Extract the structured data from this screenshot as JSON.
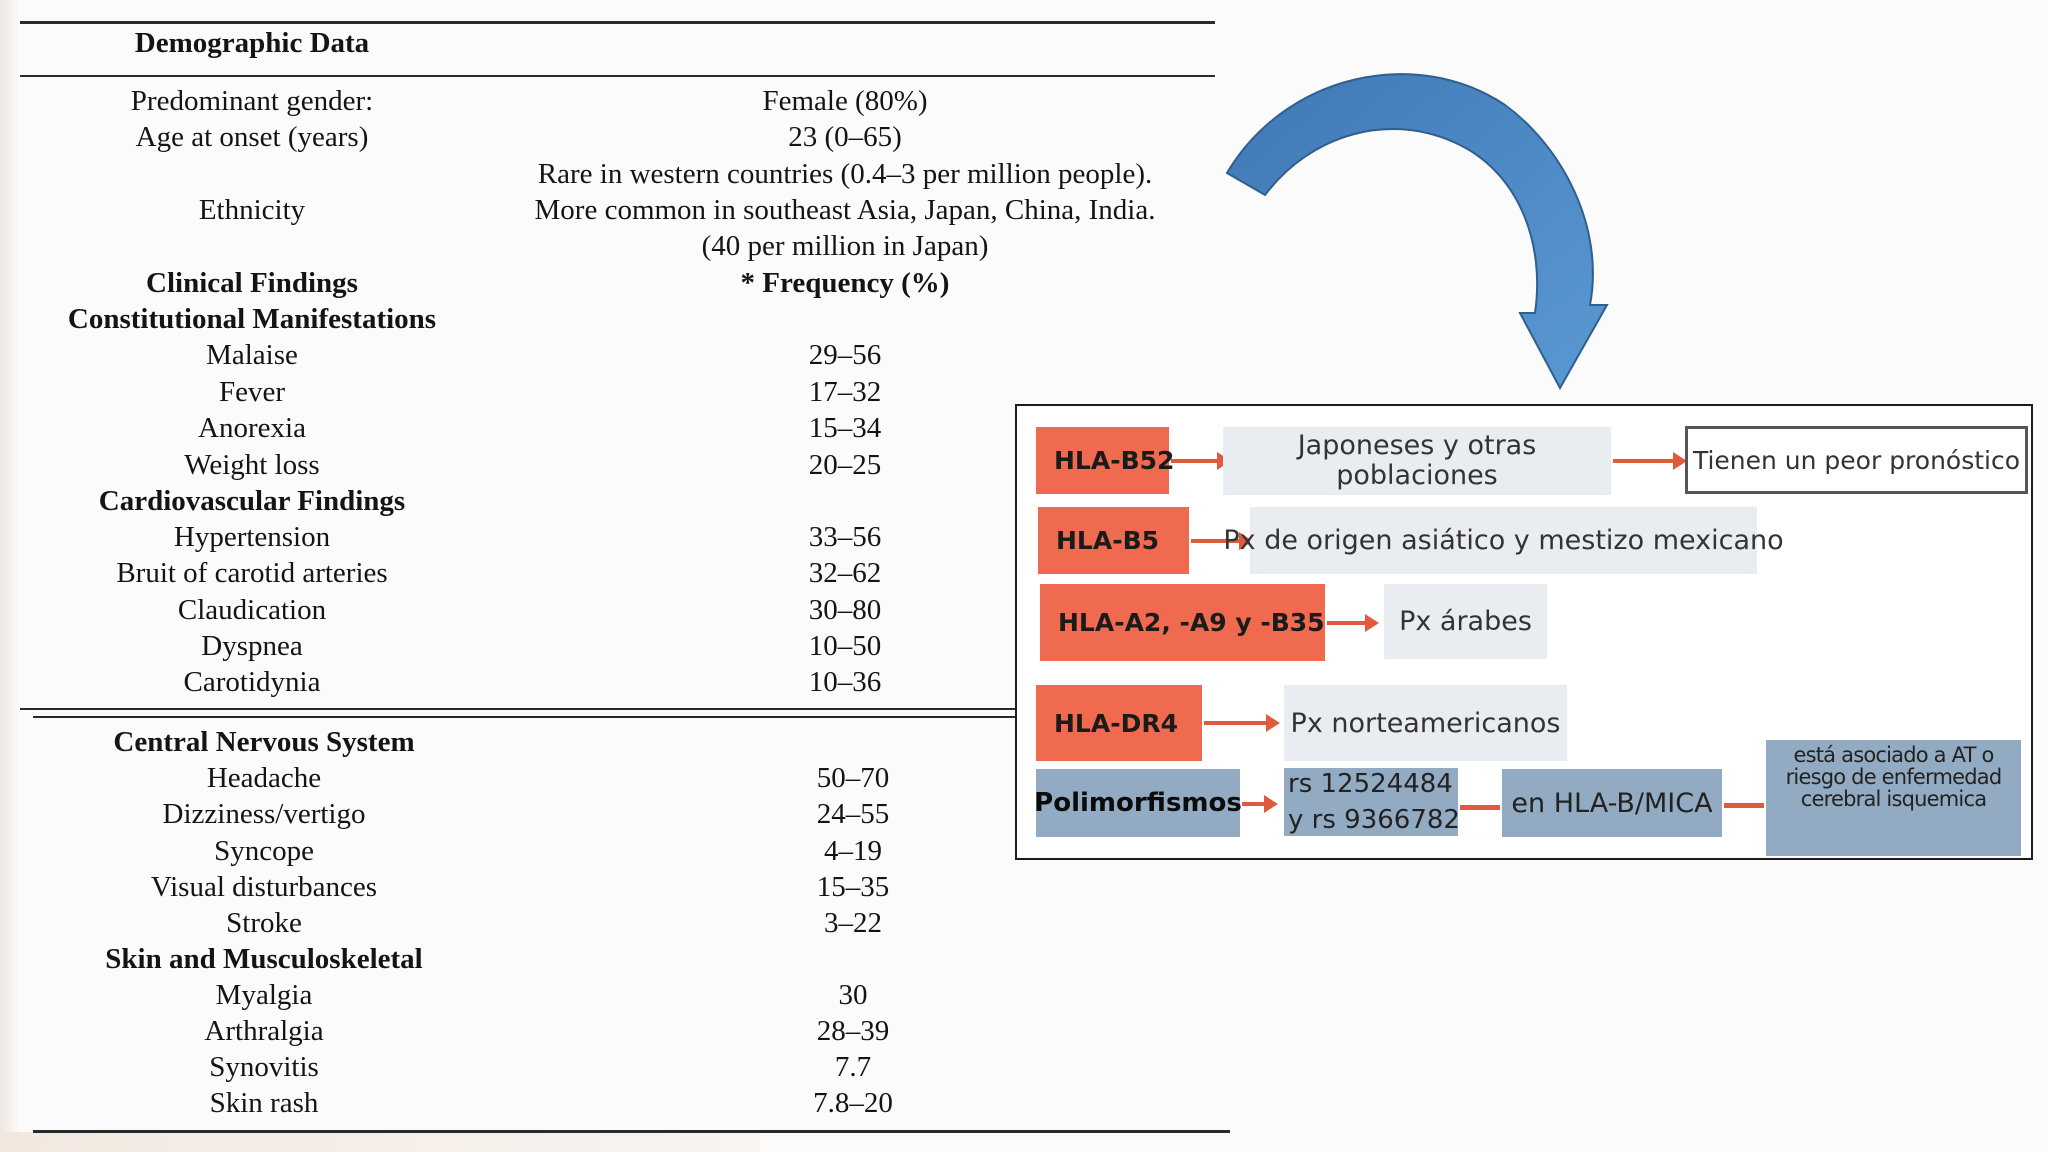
{
  "table": {
    "header": "Demographic Data",
    "demographics": [
      {
        "label": "Predominant gender:",
        "value": "Female (80%)"
      },
      {
        "label": "Age at onset (years)",
        "value": "23 (0–65)"
      }
    ],
    "ethnicity_label": "Ethnicity",
    "ethnicity_lines": [
      "Rare in western countries (0.4–3 per million people).",
      "More common in southeast Asia, Japan, China, India.",
      "(40 per million in Japan)"
    ],
    "clinical_findings_label": "Clinical Findings",
    "frequency_label": "* Frequency (%)",
    "constitutional_label": "Constitutional Manifestations",
    "constitutional": [
      {
        "label": "Malaise",
        "value": "29–56"
      },
      {
        "label": "Fever",
        "value": "17–32"
      },
      {
        "label": "Anorexia",
        "value": "15–34"
      },
      {
        "label": "Weight loss",
        "value": "20–25"
      }
    ],
    "cardiovascular_label": "Cardiovascular Findings",
    "cardiovascular": [
      {
        "label": "Hypertension",
        "value": "33–56"
      },
      {
        "label": "Bruit of carotid arteries",
        "value": "32–62"
      },
      {
        "label": "Claudication",
        "value": "30–80"
      },
      {
        "label": "Dyspnea",
        "value": "10–50"
      },
      {
        "label": "Carotidynia",
        "value": "10–36"
      }
    ],
    "cns_label": "Central Nervous System",
    "cns": [
      {
        "label": "Headache",
        "value": "50–70"
      },
      {
        "label": "Dizziness/vertigo",
        "value": "24–55"
      },
      {
        "label": "Syncope",
        "value": "4–19"
      },
      {
        "label": "Visual disturbances",
        "value": "15–35"
      },
      {
        "label": "Stroke",
        "value": "3–22"
      }
    ],
    "skin_label": "Skin and Musculoskeletal",
    "skin": [
      {
        "label": "Myalgia",
        "value": "30"
      },
      {
        "label": "Arthralgia",
        "value": "28–39"
      },
      {
        "label": "Synovitis",
        "value": "7.7"
      },
      {
        "label": "Skin rash",
        "value": "7.8–20"
      }
    ]
  },
  "diagram": {
    "rows": [
      {
        "marker": "HLA-B52",
        "population": [
          "Japoneses y otras",
          "poblaciones"
        ],
        "outcome": "Tienen un peor pronóstico"
      },
      {
        "marker": "HLA-B5",
        "population": [
          "Px de origen asiático y mestizo mexicano"
        ]
      },
      {
        "marker": "HLA-A2, -A9 y -B35",
        "population": [
          "Px árabes"
        ]
      },
      {
        "marker": "HLA-DR4",
        "population": [
          "Px norteamericanos"
        ]
      }
    ],
    "polymorphisms": {
      "label": "Polimorfismos",
      "variants": [
        "rs 12524484",
        "y rs 9366782"
      ],
      "locus": "en HLA-B/MICA",
      "association": [
        "está asociado a AT o",
        "riesgo de enfermedad",
        "cerebral isquemica"
      ]
    },
    "colors": {
      "marker": "#ef6a4f",
      "population": "#e9edf2",
      "polymorphism": "#92abc3",
      "arrow": "#e05a3c",
      "curved_arrow": "#4a86c5"
    }
  }
}
